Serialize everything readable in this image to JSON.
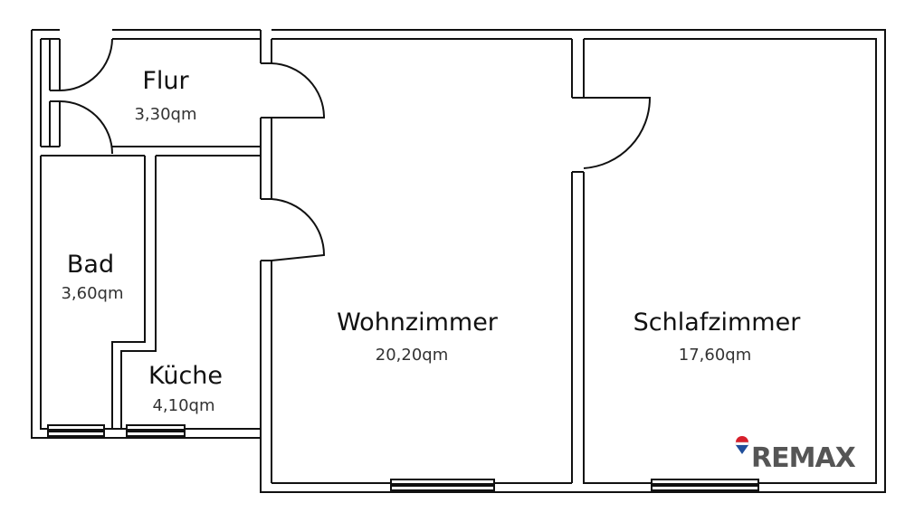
{
  "floorplan": {
    "rooms": [
      {
        "id": "flur",
        "name": "Flur",
        "area": "3,30qm"
      },
      {
        "id": "bad",
        "name": "Bad",
        "area": "3,60qm"
      },
      {
        "id": "kueche",
        "name": "Küche",
        "area": "4,10qm"
      },
      {
        "id": "wohnzimmer",
        "name": "Wohnzimmer",
        "area": "20,20qm"
      },
      {
        "id": "schlafzimmer",
        "name": "Schlafzimmer",
        "area": "17,60qm"
      }
    ]
  },
  "logo": {
    "text": "REMAX",
    "balloon_colors": [
      "#d71f2b",
      "#ffffff",
      "#1f4e9b"
    ],
    "text_color": "#555555"
  }
}
